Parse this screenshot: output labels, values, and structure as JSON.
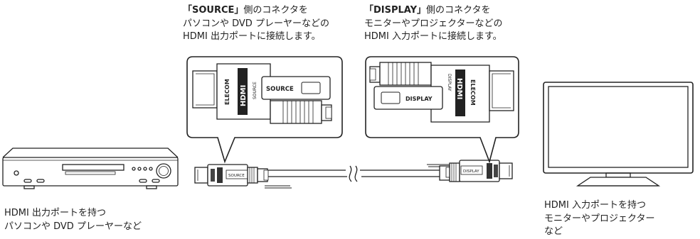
{
  "captions": {
    "source": {
      "line1_bold": "「SOURCE」",
      "line1_rest": "側のコネクタを",
      "line2": "パソコンや DVD プレーヤーなどの",
      "line3": "HDMI 出力ポートに接続します。"
    },
    "display": {
      "line1_bold": "「DISPLAY」",
      "line1_rest": "側のコネクタを",
      "line2": "モニターやプロジェクターなどの",
      "line3": "HDMI 入力ポートに接続します。"
    }
  },
  "devices": {
    "player": {
      "line1": "HDMI 出力ポートを持つ",
      "line2": "パソコンや DVD プレーヤーなど"
    },
    "monitor": {
      "line1": "HDMI 入力ポートを持つ",
      "line2": "モニターやプロジェクター",
      "line3": "など"
    }
  },
  "connector_labels": {
    "source_brand": "ELECOM",
    "source_logo": "HDMI",
    "source_side": "SOURCE",
    "source_plate": "SOURCE",
    "display_brand": "ELECOM",
    "display_logo": "HDMI",
    "display_side": "DISPLAY",
    "display_plate": "DISPLAY"
  }
}
